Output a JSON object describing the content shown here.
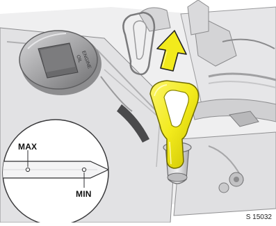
{
  "labels": {
    "max": "MAX",
    "min": "MIN"
  },
  "figure_code": "S 15032",
  "icons": {
    "oil_cap": "oil-filler-cap-icon",
    "dipstick": "oil-dipstick-handle-icon",
    "pull_arrow": "up-arrow-icon",
    "detail_view": "dipstick-level-detail-icon"
  },
  "colors": {
    "dipstick_yellow": "#f2ea1c",
    "dipstick_outline": "#8a8600",
    "engine_fill": "#e9e9ea",
    "engine_shade": "#b5b5b7",
    "background": "#ffffff"
  }
}
